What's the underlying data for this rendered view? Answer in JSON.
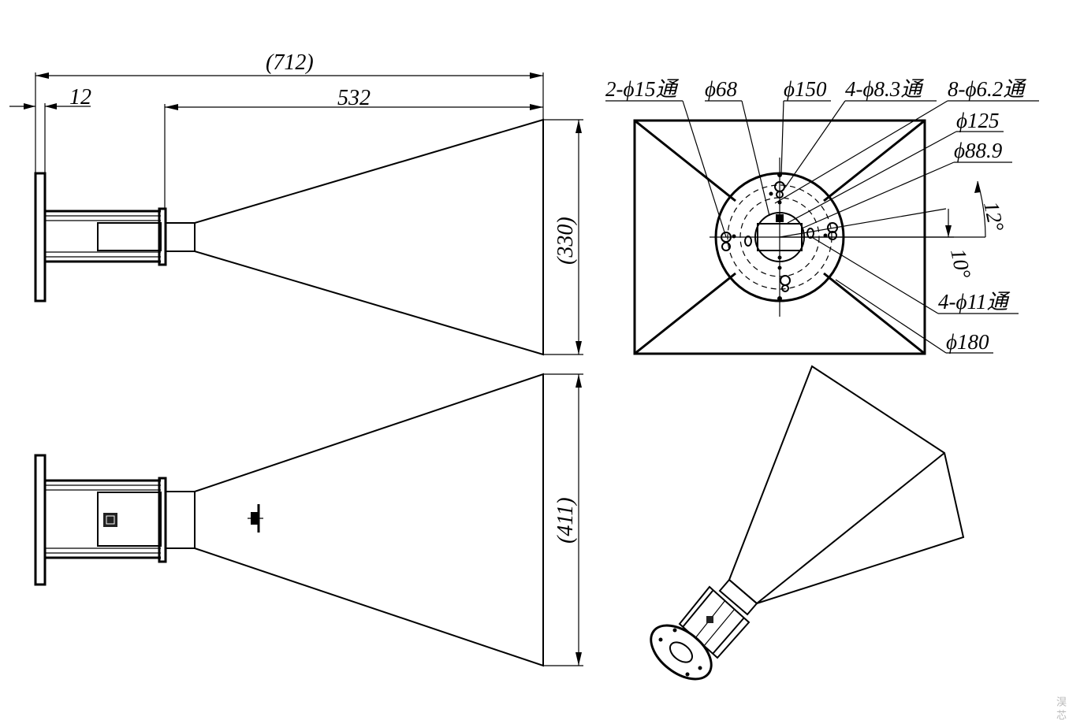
{
  "dimensions": {
    "overall_length": "(712)",
    "flange_thickness": "12",
    "horn_length": "532",
    "side_height": "(330)",
    "top_height": "(411)"
  },
  "front_view_callouts": {
    "holes_15": "2-ϕ15通",
    "dia_68": "ϕ68",
    "dia_150": "ϕ150",
    "holes_8_3": "4-ϕ8.3通",
    "holes_6_2": "8-ϕ6.2通",
    "dia_125": "ϕ125",
    "dia_88_9": "ϕ88.9",
    "angle_12": "12°",
    "angle_10": "10°",
    "holes_11": "4-ϕ11通",
    "dia_180": "ϕ180"
  },
  "watermark": "淏 芯"
}
